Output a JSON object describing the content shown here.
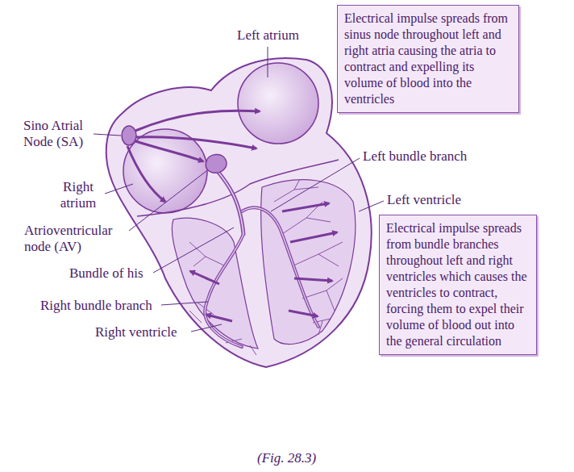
{
  "diagram": {
    "caption": "(Fig. 28.3)",
    "nodes": [
      {
        "text": [
          "Electrical impulse spreads from sinus node throughout left and right atria causing the atria to contract and expelling its volume of blood into the ventricles"
        ]
      },
      {
        "text": [
          "Electrical impulse spreads from bundle branches throughout left and right ventricles which causes the ventricles to contract, forcing them to expel their volume of blood out into the general circulation"
        ]
      }
    ],
    "labels": [
      "Left atrium",
      "Sino Atrial Node (SA)",
      "Right atrium",
      "Atrioventricular node (AV)",
      "Bundle of his",
      "Right bundle branch",
      "Right ventricle",
      "Left bundle branch",
      "Left ventricle"
    ]
  }
}
